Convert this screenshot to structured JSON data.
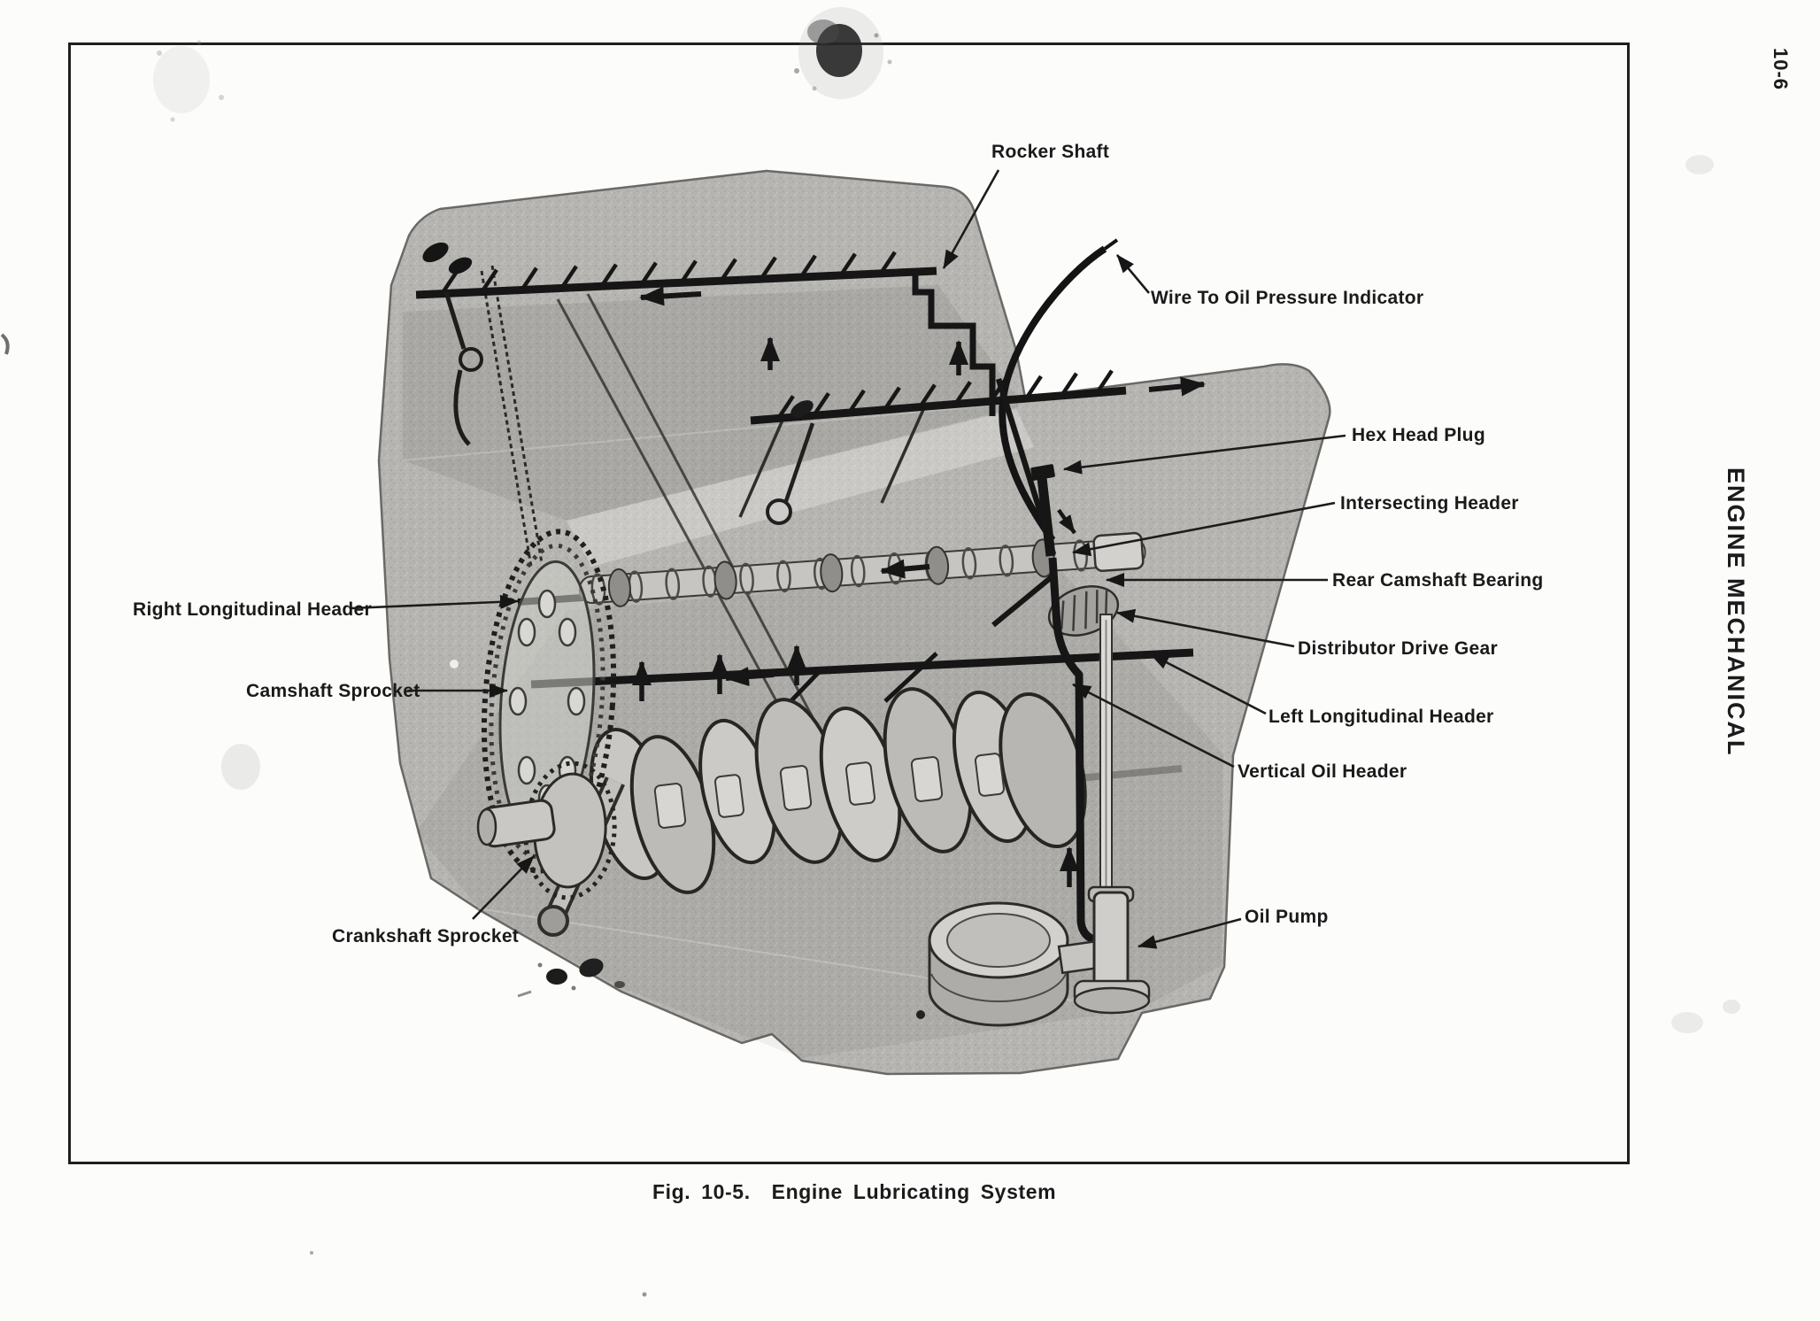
{
  "page": {
    "page_number": "10-6",
    "section_title": "ENGINE MECHANICAL",
    "figure_caption": "Fig. 10-5.  Engine Lubricating System"
  },
  "figure": {
    "subject": "Engine Lubricating System cutaway illustration",
    "labels": [
      {
        "id": "rocker-shaft",
        "text": "Rocker Shaft"
      },
      {
        "id": "wire-oil-pressure",
        "text": "Wire To Oil Pressure Indicator"
      },
      {
        "id": "hex-head-plug",
        "text": "Hex Head Plug"
      },
      {
        "id": "intersecting-header",
        "text": "Intersecting Header"
      },
      {
        "id": "rear-camshaft-bearing",
        "text": "Rear Camshaft Bearing"
      },
      {
        "id": "distributor-drive-gear",
        "text": "Distributor Drive Gear"
      },
      {
        "id": "left-longitudinal-header",
        "text": "Left Longitudinal Header"
      },
      {
        "id": "vertical-oil-header",
        "text": "Vertical Oil Header"
      },
      {
        "id": "oil-pump",
        "text": "Oil Pump"
      },
      {
        "id": "right-longitudinal-header",
        "text": "Right Longitudinal Header"
      },
      {
        "id": "camshaft-sprocket",
        "text": "Camshaft Sprocket"
      },
      {
        "id": "crankshaft-sprocket",
        "text": "Crankshaft Sprocket"
      }
    ]
  },
  "colors": {
    "paper": "#fcfcfb",
    "frame_border": "#1f1f1f",
    "ink": "#161616",
    "engine_block_gray": "#b5b4b0"
  }
}
